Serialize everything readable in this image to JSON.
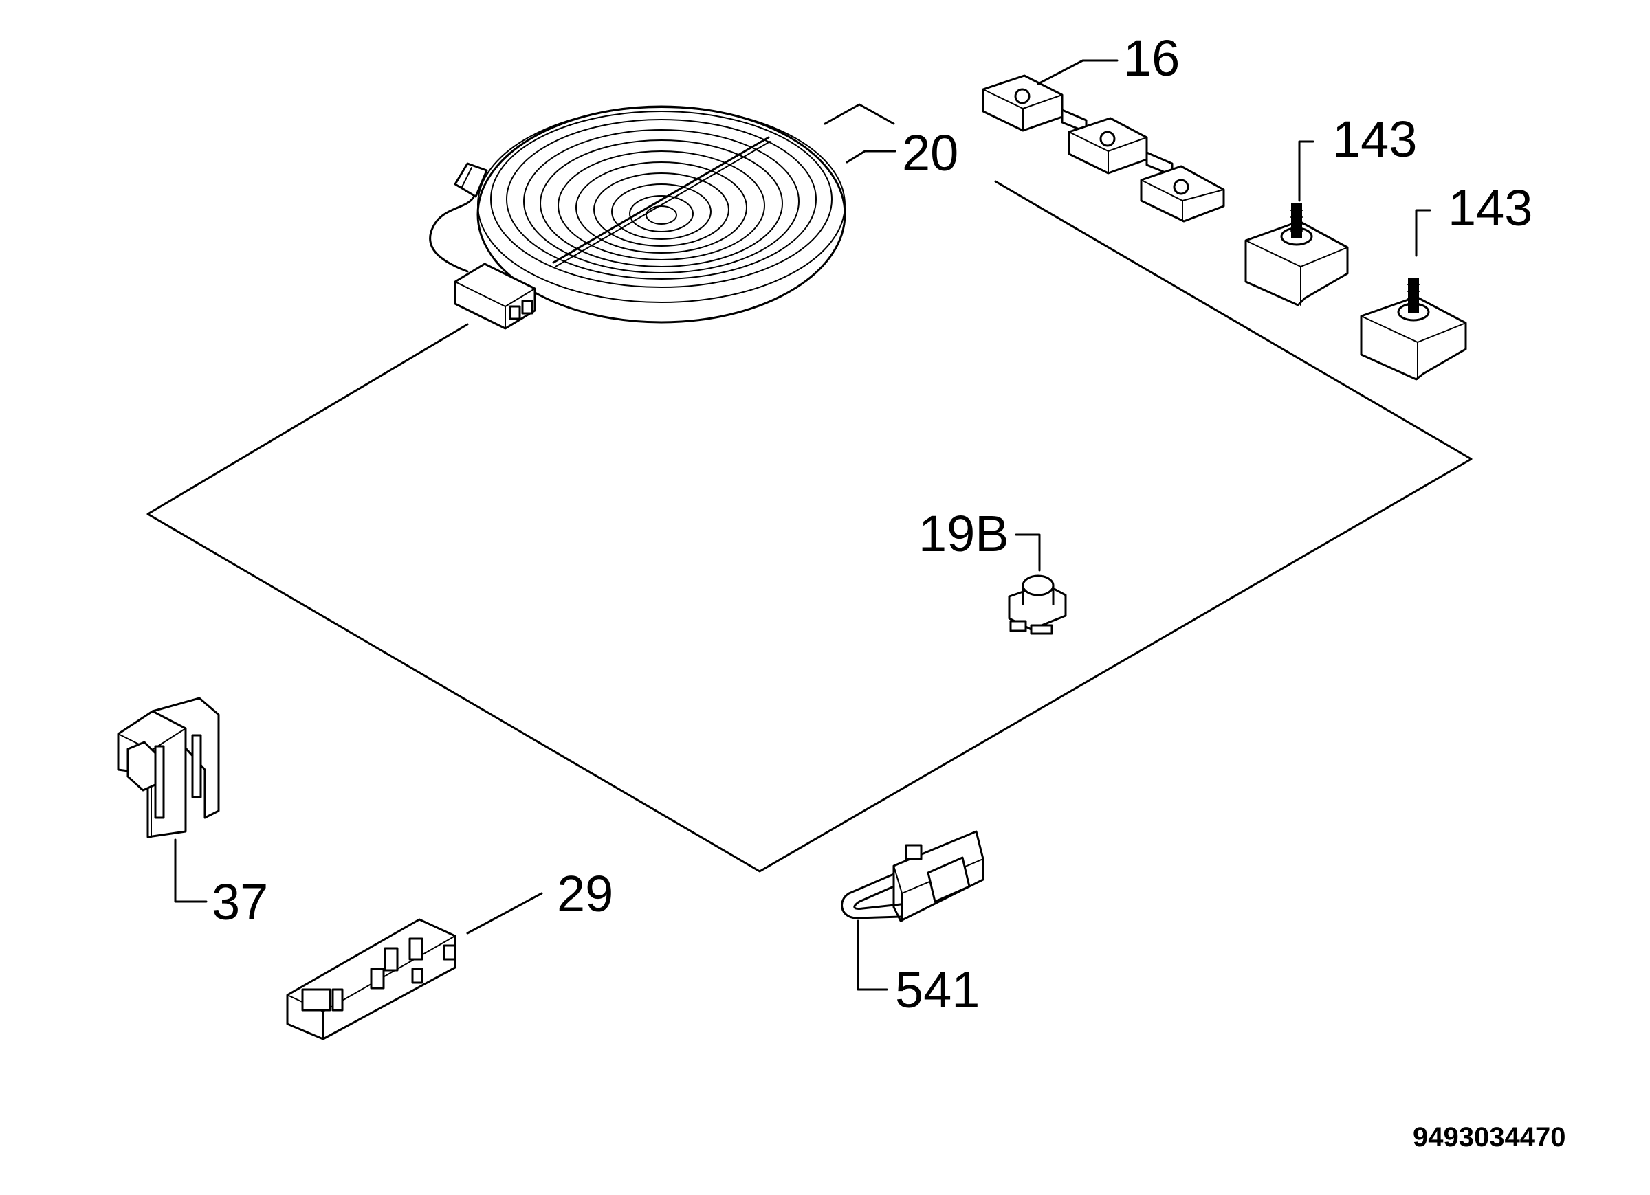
{
  "diagram": {
    "document_code": "9493034470",
    "callouts": [
      {
        "id": "c16",
        "text": "16"
      },
      {
        "id": "c20",
        "text": "20"
      },
      {
        "id": "c143a",
        "text": "143"
      },
      {
        "id": "c143b",
        "text": "143"
      },
      {
        "id": "c19b",
        "text": "19B"
      },
      {
        "id": "c37",
        "text": "37"
      },
      {
        "id": "c29",
        "text": "29"
      },
      {
        "id": "c541",
        "text": "541"
      }
    ]
  }
}
